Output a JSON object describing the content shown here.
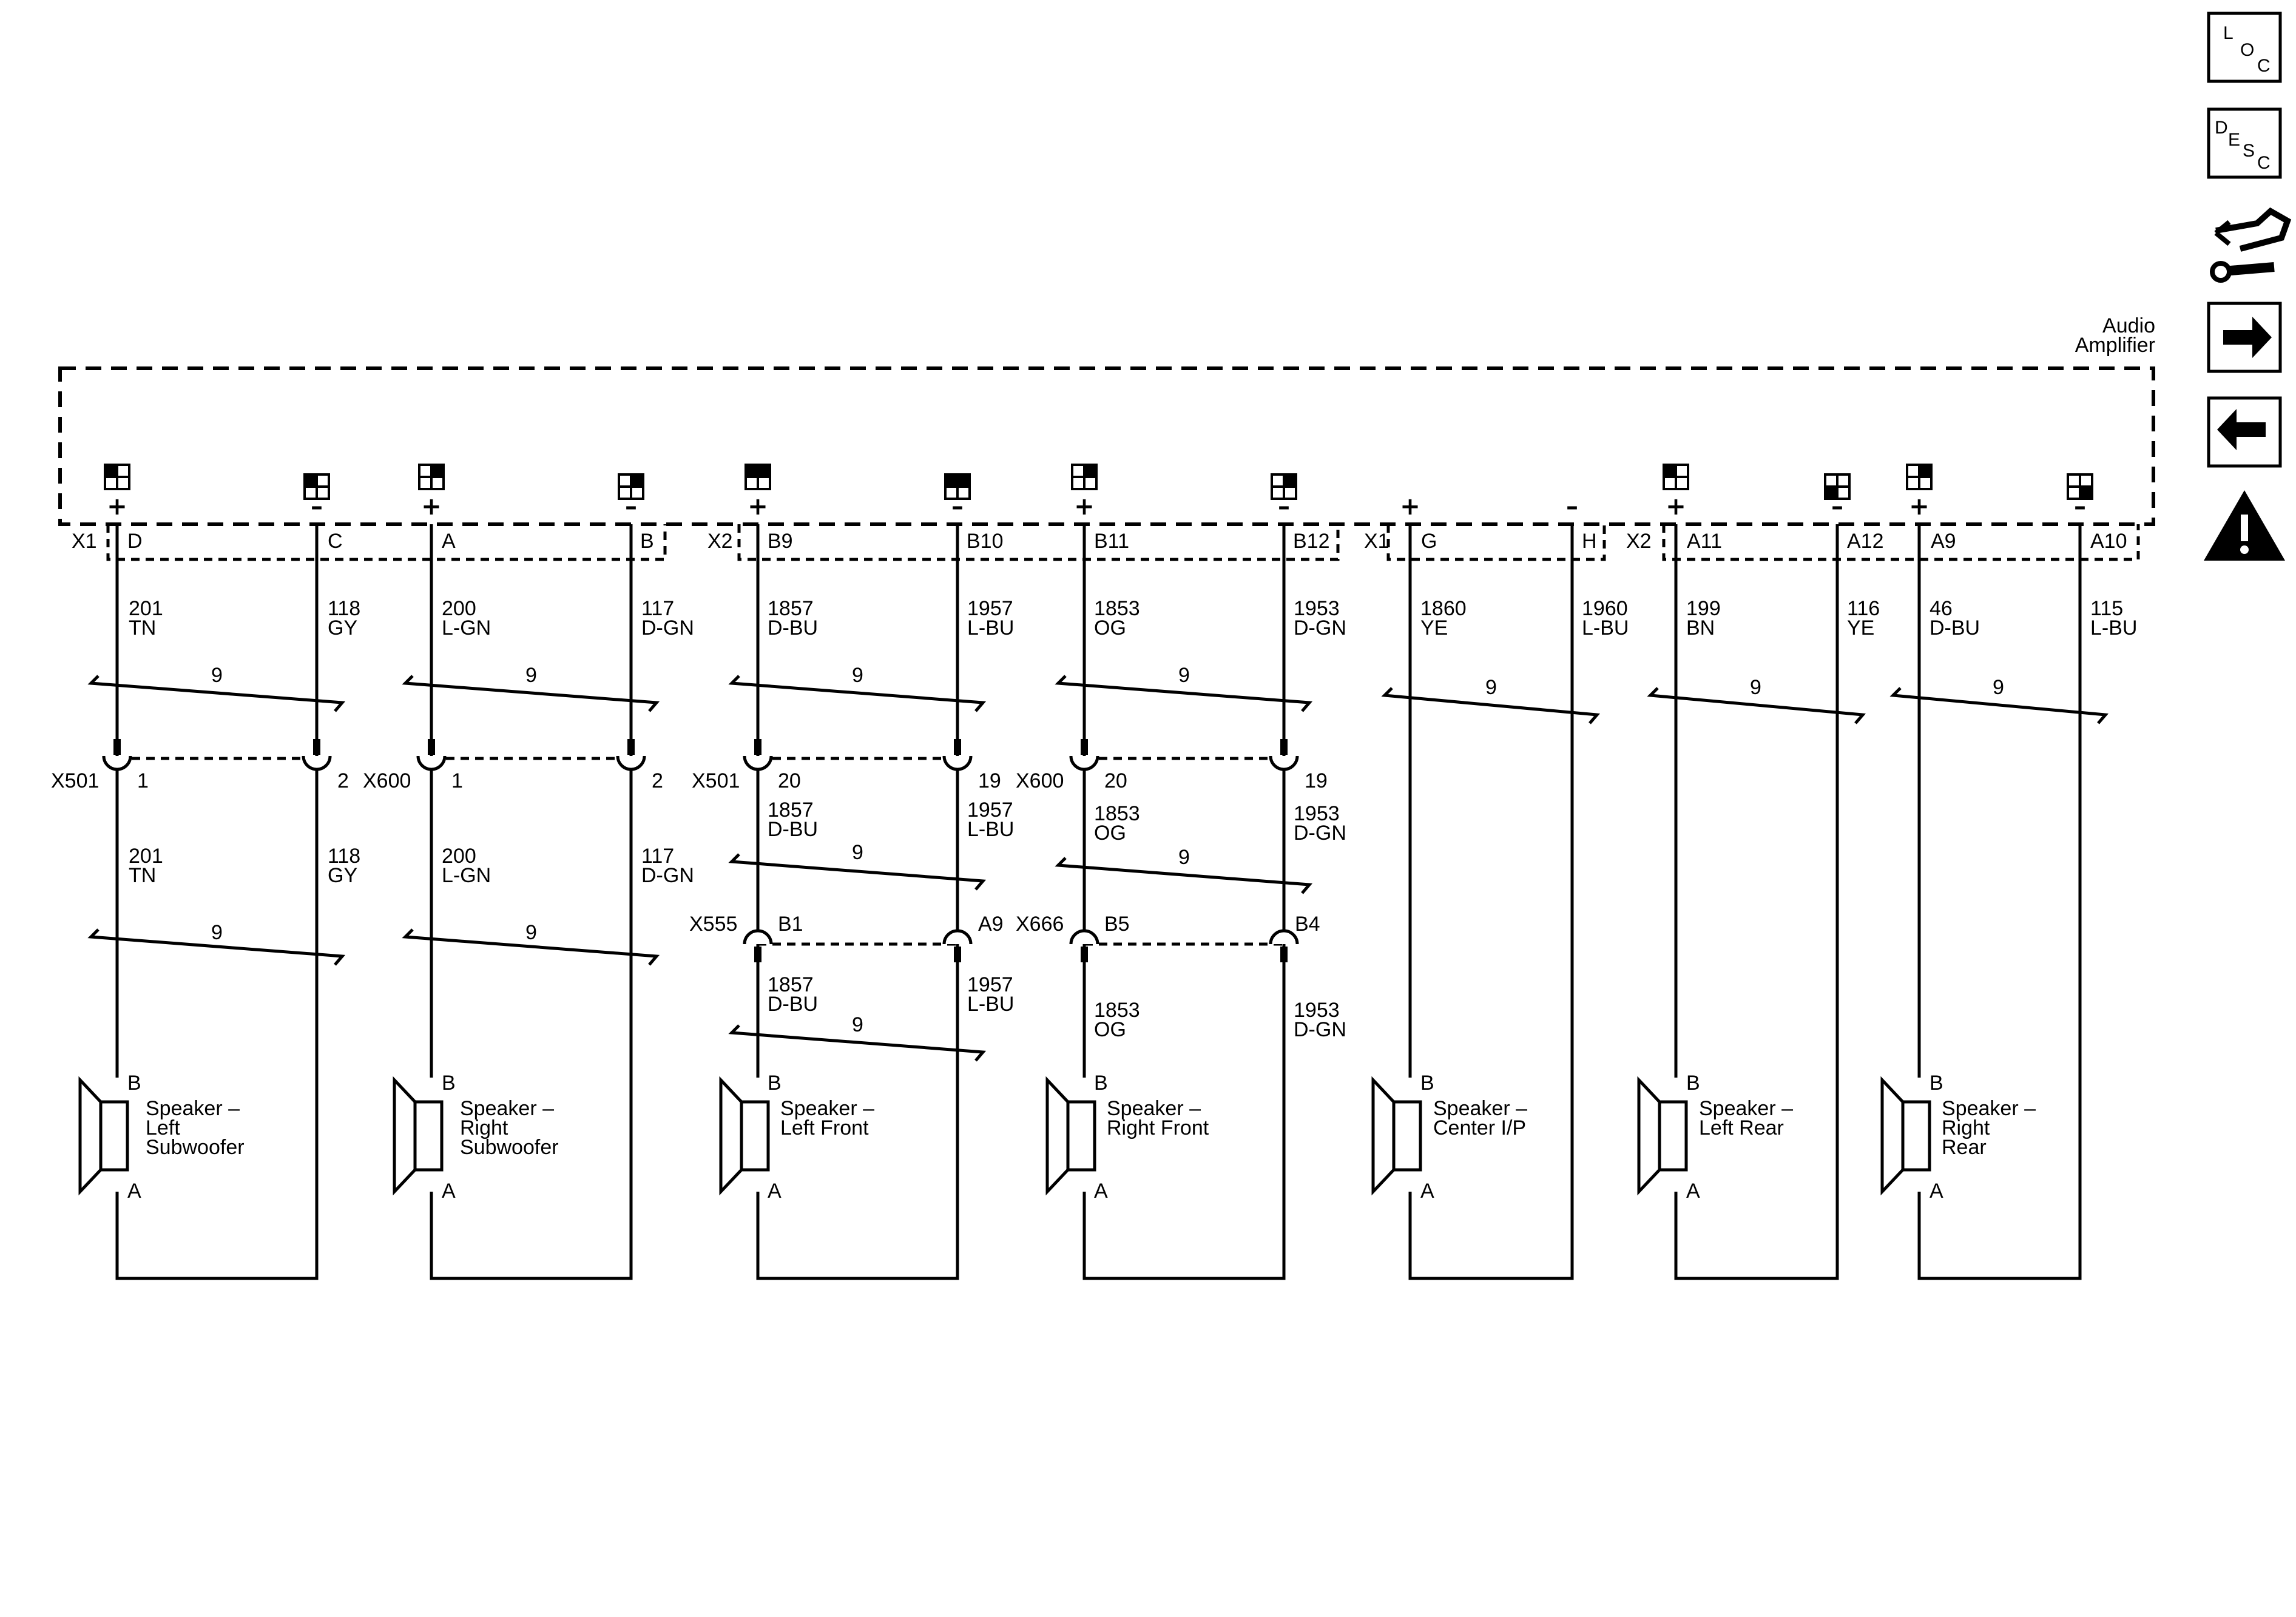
{
  "amplifier": {
    "label_line1": "Audio",
    "label_line2": "Amplifier"
  },
  "side_icons": [
    {
      "name": "location-icon",
      "letters": [
        "L",
        "O",
        "C"
      ]
    },
    {
      "name": "description-icon",
      "letters": [
        "D",
        "E",
        "S",
        "C"
      ]
    },
    {
      "name": "connector-repair-icon"
    },
    {
      "name": "next-arrow-icon"
    },
    {
      "name": "previous-arrow-icon"
    },
    {
      "name": "warning-icon"
    }
  ],
  "connectors": [
    {
      "name": "X1",
      "terminals": [
        "D",
        "C",
        "A",
        "B"
      ]
    },
    {
      "name": "X2",
      "terminals": [
        "B9",
        "B10",
        "B11",
        "B12"
      ]
    },
    {
      "name": "X1",
      "terminals": [
        "G",
        "H"
      ]
    },
    {
      "name": "X2",
      "terminals": [
        "A11",
        "A12",
        "A9",
        "A10"
      ]
    }
  ],
  "channels": [
    {
      "speaker": [
        "Speaker –",
        "Left",
        "Subwoofer"
      ],
      "pos_wire": [
        "201",
        "TN"
      ],
      "neg_wire": [
        "118",
        "GY"
      ],
      "inline": {
        "name": "X501",
        "pos": "1",
        "neg": "2"
      },
      "pos_wire2": [
        "201",
        "TN"
      ],
      "neg_wire2": [
        "118",
        "GY"
      ],
      "twist": "9",
      "twist2": "9",
      "pin_b": "B",
      "pin_a": "A"
    },
    {
      "speaker": [
        "Speaker –",
        "Right",
        "Subwoofer"
      ],
      "pos_wire": [
        "200",
        "L-GN"
      ],
      "neg_wire": [
        "117",
        "D-GN"
      ],
      "inline": {
        "name": "X600",
        "pos": "1",
        "neg": "2"
      },
      "pos_wire2": [
        "200",
        "L-GN"
      ],
      "neg_wire2": [
        "117",
        "D-GN"
      ],
      "twist": "9",
      "twist2": "9",
      "pin_b": "B",
      "pin_a": "A"
    },
    {
      "speaker": [
        "Speaker –",
        "Left Front"
      ],
      "pos_wire": [
        "1857",
        "D-BU"
      ],
      "neg_wire": [
        "1957",
        "L-BU"
      ],
      "inline": {
        "name": "X501",
        "pos": "20",
        "neg": "19"
      },
      "pos_wire2": [
        "1857",
        "D-BU"
      ],
      "neg_wire2": [
        "1957",
        "L-BU"
      ],
      "inline2": {
        "name": "X555",
        "pos": "B1",
        "neg": "A9"
      },
      "pos_wire3": [
        "1857",
        "D-BU"
      ],
      "neg_wire3": [
        "1957",
        "L-BU"
      ],
      "twist": "9",
      "twist2": "9",
      "twist3": "9",
      "pin_b": "B",
      "pin_a": "A"
    },
    {
      "speaker": [
        "Speaker –",
        "Right Front"
      ],
      "pos_wire": [
        "1853",
        "OG"
      ],
      "neg_wire": [
        "1953",
        "D-GN"
      ],
      "inline": {
        "name": "X600",
        "pos": "20",
        "neg": "19"
      },
      "pos_wire2": [
        "1853",
        "OG"
      ],
      "neg_wire2": [
        "1953",
        "D-GN"
      ],
      "inline2": {
        "name": "X666",
        "pos": "B5",
        "neg": "B4"
      },
      "pos_wire3": [
        "1853",
        "OG"
      ],
      "neg_wire3": [
        "1953",
        "D-GN"
      ],
      "twist": "9",
      "twist2": "9",
      "pin_b": "B",
      "pin_a": "A"
    },
    {
      "speaker": [
        "Speaker –",
        "Center I/P"
      ],
      "pos_wire": [
        "1860",
        "YE"
      ],
      "neg_wire": [
        "1960",
        "L-BU"
      ],
      "twist": "9",
      "pin_b": "B",
      "pin_a": "A"
    },
    {
      "speaker": [
        "Speaker –",
        "Left Rear"
      ],
      "pos_wire": [
        "199",
        "BN"
      ],
      "neg_wire": [
        "116",
        "YE"
      ],
      "twist": "9",
      "pin_b": "B",
      "pin_a": "A"
    },
    {
      "speaker": [
        "Speaker –",
        "Right",
        "Rear"
      ],
      "pos_wire": [
        "46",
        "D-BU"
      ],
      "neg_wire": [
        "115",
        "L-BU"
      ],
      "twist": "9",
      "pin_b": "B",
      "pin_a": "A"
    }
  ],
  "symbols": {
    "plus": "+",
    "minus": "–"
  }
}
